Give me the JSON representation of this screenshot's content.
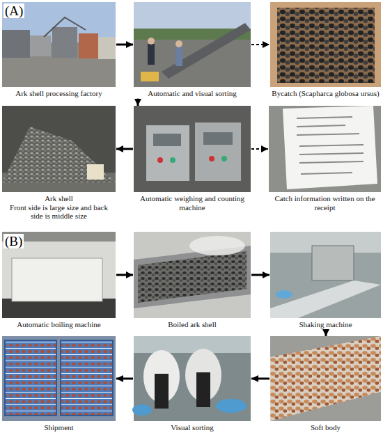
{
  "diagram": {
    "nodes": [
      {
        "text": [
          "Ark shell processing factory"
        ]
      },
      {
        "text": [
          "Automatic and visual sorting"
        ]
      },
      {
        "text": [
          "Bycatch (Scapharca globosa ursus)"
        ]
      },
      {
        "text": [
          "Ark shell",
          "Front side is large size and back side is middle size"
        ]
      },
      {
        "text": [
          "Automatic weighing and counting machine"
        ]
      },
      {
        "text": [
          "Catch information written on the receipt"
        ]
      },
      {
        "text": [
          "Automatic boiling machine"
        ]
      },
      {
        "text": [
          "Boiled ark shell"
        ]
      },
      {
        "text": [
          "Shaking machine"
        ]
      },
      {
        "text": [
          "Soft body"
        ]
      },
      {
        "text": [
          "Visual sorting"
        ]
      },
      {
        "text": [
          "Shipment"
        ]
      }
    ],
    "edges": [
      {
        "from": 0,
        "to": 1,
        "arrow": "to"
      },
      {
        "from": 1,
        "to": 2,
        "arrow": "to"
      },
      {
        "from": 1,
        "to": 4,
        "arrow": "to"
      },
      {
        "from": 4,
        "to": 3,
        "arrow": "to"
      },
      {
        "from": 4,
        "to": 5,
        "arrow": "to"
      },
      {
        "from": 6,
        "to": 7,
        "arrow": "to"
      },
      {
        "from": 7,
        "to": 8,
        "arrow": "to"
      },
      {
        "from": 8,
        "to": 9,
        "arrow": "to"
      },
      {
        "from": 9,
        "to": 10,
        "arrow": "to"
      },
      {
        "from": 10,
        "to": 11,
        "arrow": "to"
      }
    ],
    "labels": [
      "(A)",
      "(B)"
    ]
  }
}
